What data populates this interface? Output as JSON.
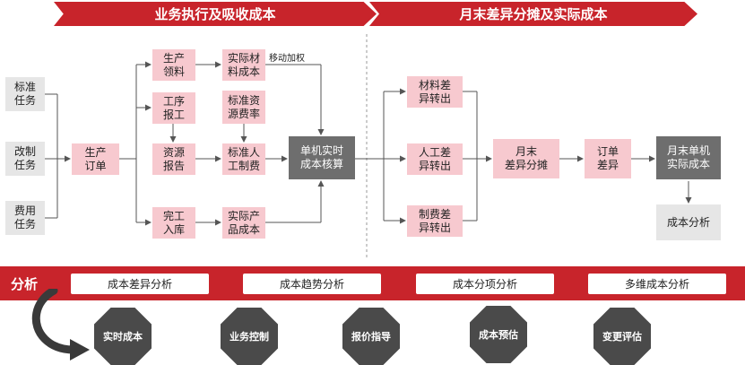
{
  "colors": {
    "accent": "#c8242b",
    "node_pink": "#f7c9cf",
    "node_dark": "#6e6e6e",
    "node_grey": "#e6e6e6",
    "octagon": "#4a4a4a"
  },
  "banners": {
    "left": "业务执行及吸收成本",
    "right": "月末差异分摊及实际成本"
  },
  "nodes": {
    "std_task": "标准\n任务",
    "rework_task": "改制\n任务",
    "expense_task": "费用\n任务",
    "prod_order": "生产\n订单",
    "prod_issue": "生产\n领料",
    "process_report": "工序\n报工",
    "resource_report": "资源\n报告",
    "completion_stock": "完工\n入库",
    "actual_material": "实际材\n料成本",
    "std_resource_rate": "标准资\n源费率",
    "std_labor_overhead": "标准人\n工制费",
    "actual_product_cost": "实际产\n品成本",
    "unit_realtime_cost": "单机实时\n成本核算",
    "material_var_out": "材料差\n异转出",
    "labor_var_out": "人工差\n异转出",
    "overhead_var_out": "制费差\n异转出",
    "month_end_var_alloc": "月末\n差异分摊",
    "order_variance": "订单\n差异",
    "month_end_actual_cost": "月末单机\n实际成本",
    "cost_analysis": "成本分析"
  },
  "notes": {
    "moving_weighted": "移动加权"
  },
  "analysis": {
    "label": "分析",
    "tabs": [
      "成本差异分析",
      "成本趋势分析",
      "成本分项分析",
      "多维成本分析"
    ],
    "octagons": [
      "实时成本",
      "业务控制",
      "报价指导",
      "成本预估",
      "变更评估"
    ]
  }
}
